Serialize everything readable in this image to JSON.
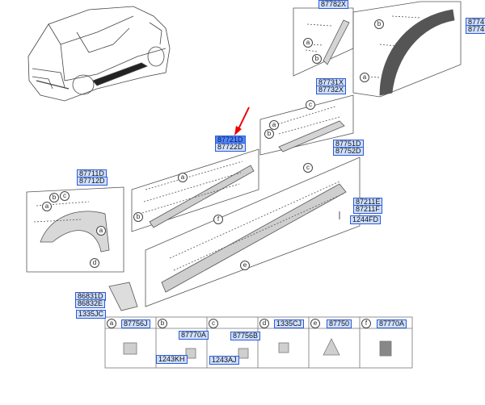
{
  "diagram": {
    "parts": {
      "p87782x": "87782X",
      "p8774_top": "8774",
      "p8774_bottom": "8774",
      "p87731x": "87731X",
      "p87732x": "87732X",
      "p8772x": "87721D",
      "p87722d": "87722D",
      "p87751d": "87751D",
      "p87752d": "87752D",
      "p87711d": "87711D",
      "p87712d": "87712D",
      "p87211e": "87211E",
      "p87211f": "87211F",
      "p1244fd": "1244FD",
      "p86831d": "86831D",
      "p86832e": "86832E",
      "p1335jc": "1335JC"
    },
    "callouts": {
      "a": "a",
      "b": "b",
      "c": "c",
      "d": "d",
      "e": "e",
      "f": "f"
    },
    "legend": [
      {
        "letter": "a",
        "part": "87756J"
      },
      {
        "letter": "b",
        "part": "87770A",
        "sub": "1243KH"
      },
      {
        "letter": "c",
        "part": "87756B",
        "sub": "1243AJ"
      },
      {
        "letter": "d",
        "part": "1335CJ"
      },
      {
        "letter": "e",
        "part": "87750"
      },
      {
        "letter": "f",
        "part": "87770A"
      }
    ]
  }
}
